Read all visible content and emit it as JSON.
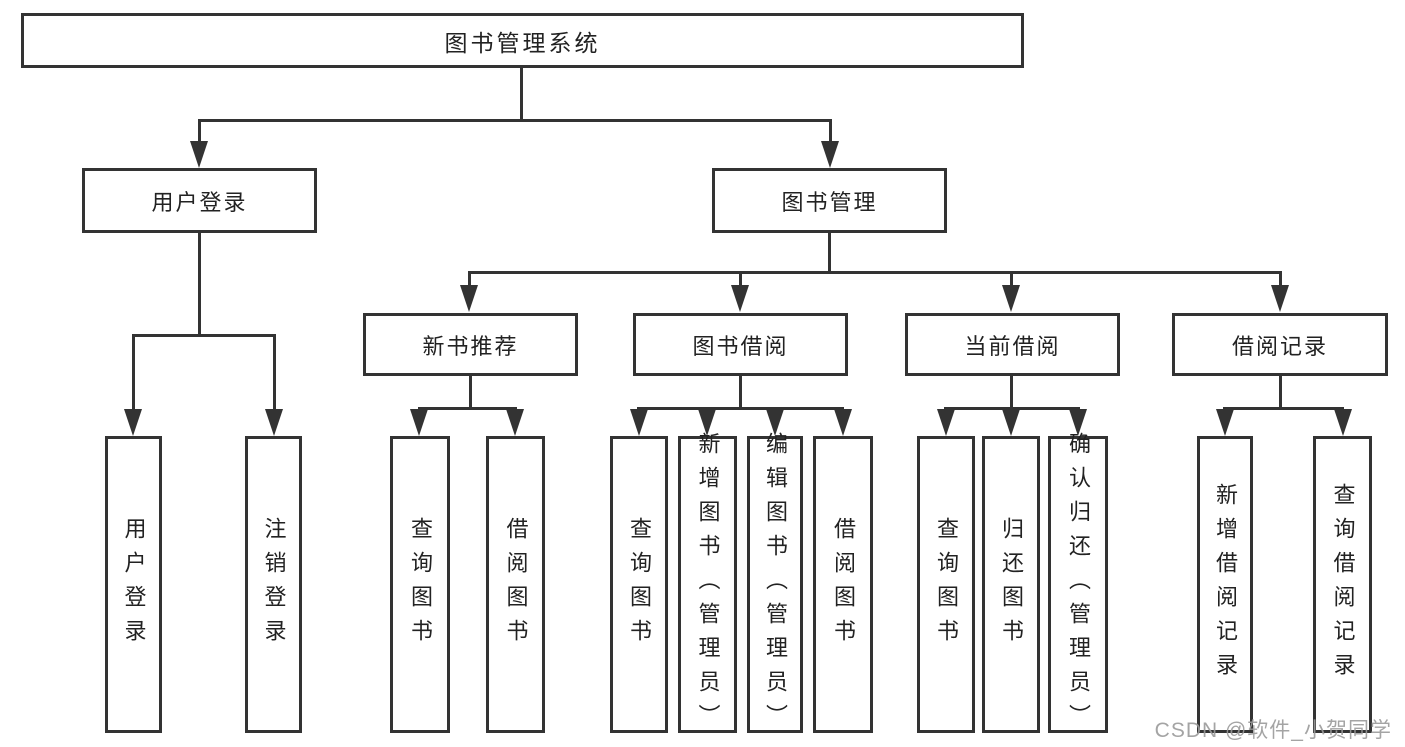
{
  "colors": {
    "line": "#333333",
    "box_border": "#333333",
    "text": "#222222",
    "watermark": "#9b9b9b",
    "background": "#ffffff"
  },
  "watermark": "CSDN @软件_小贺同学",
  "tree": {
    "root": "图书管理系统",
    "level2": [
      "用户登录",
      "图书管理"
    ],
    "level3": [
      "新书推荐",
      "图书借阅",
      "当前借阅",
      "借阅记录"
    ],
    "leaves": {
      "user_login": [
        "用户登录",
        "注销登录"
      ],
      "new_book": [
        "查询图书",
        "借阅图书"
      ],
      "book_borrow": [
        "查询图书",
        "新增图书（管理员）",
        "编辑图书（管理员）",
        "借阅图书"
      ],
      "current_borrow": [
        "查询图书",
        "归还图书",
        "确认归还（管理员）"
      ],
      "borrow_record": [
        "新增借阅记录",
        "查询借阅记录"
      ]
    }
  }
}
